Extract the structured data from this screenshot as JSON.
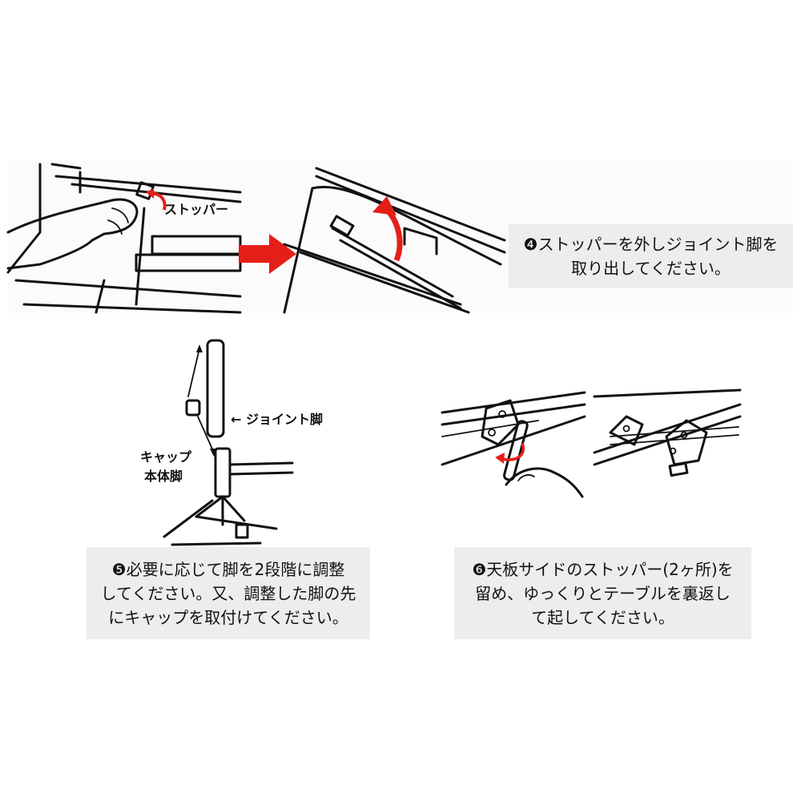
{
  "step4": {
    "stopper_label": "ストッパー",
    "caption_lines": [
      "❹ストッパーを外しジョイント脚を",
      "取り出してください。"
    ]
  },
  "step5": {
    "joint_leg_label": "← ジョイント脚",
    "cap_label": "キャップ",
    "body_leg_label": "本体脚",
    "caption_lines": [
      "❺必要に応じて脚を2段階に調整",
      "してください。又、調整した脚の先",
      "にキャップを取付けてください。"
    ]
  },
  "step6": {
    "caption_lines": [
      "❻天板サイドのストッパー(2ヶ所)を",
      "留め、ゆっくりとテーブルを裏返し",
      "て起してください。"
    ]
  },
  "colors": {
    "arrow_red": "#e41f1a",
    "caption_bg": "#ededed",
    "line": "#111111"
  }
}
